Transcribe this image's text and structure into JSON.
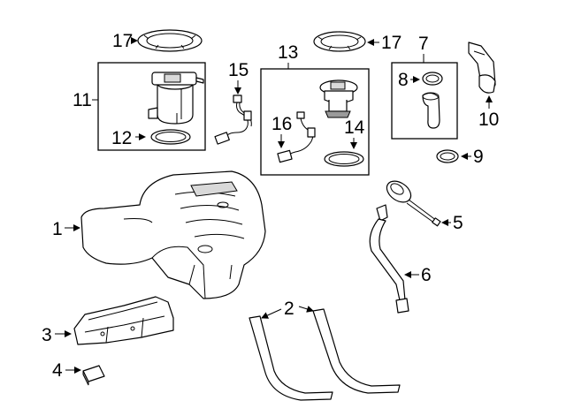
{
  "callouts": {
    "c1": "1",
    "c2": "2",
    "c3": "3",
    "c4": "4",
    "c5": "5",
    "c6": "6",
    "c7": "7",
    "c8": "8",
    "c9": "9",
    "c10": "10",
    "c11": "11",
    "c12": "12",
    "c13": "13",
    "c14": "14",
    "c15": "15",
    "c16": "16",
    "c17a": "17",
    "c17b": "17"
  }
}
